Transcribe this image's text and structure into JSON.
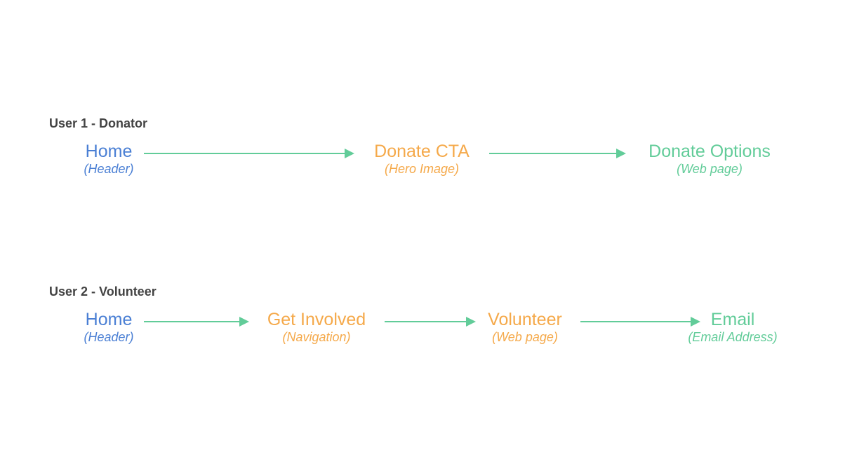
{
  "colors": {
    "title": "#434343",
    "blue": "#4a7fd4",
    "orange": "#f5a94a",
    "green": "#62cc99",
    "arrow": "#62cc99"
  },
  "flows": [
    {
      "title": "User 1 - Donator",
      "steps": [
        {
          "label": "Home",
          "sub": "(Header)",
          "color": "blue"
        },
        {
          "label": "Donate CTA",
          "sub": "(Hero Image)",
          "color": "orange"
        },
        {
          "label": "Donate Options",
          "sub": "(Web page)",
          "color": "green"
        }
      ]
    },
    {
      "title": "User 2 - Volunteer",
      "steps": [
        {
          "label": "Home",
          "sub": "(Header)",
          "color": "blue"
        },
        {
          "label": "Get Involved",
          "sub": "(Navigation)",
          "color": "orange"
        },
        {
          "label": "Volunteer",
          "sub": "(Web page)",
          "color": "orange"
        },
        {
          "label": "Email",
          "sub": "(Email Address)",
          "color": "green"
        }
      ]
    }
  ]
}
